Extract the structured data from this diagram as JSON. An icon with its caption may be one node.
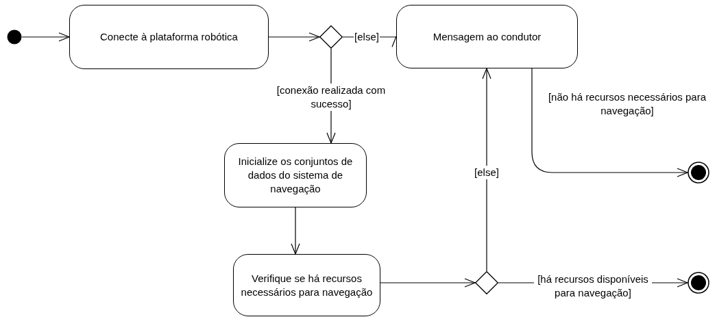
{
  "diagram": {
    "nodes": [
      {
        "text": [],
        "shape": "circle"
      },
      {
        "text": [
          "Conecte à plataforma robótica"
        ]
      },
      {
        "text": [],
        "shape": "diamond"
      },
      {
        "text": [
          "Mensagem ao condutor"
        ]
      },
      {
        "text": [
          "Inicialize os conjuntos de dados do sistema de navegação"
        ]
      },
      {
        "text": [
          "Verifique se há recursos necessários para navegação"
        ]
      },
      {
        "text": [],
        "shape": "diamond"
      },
      {
        "text": [],
        "shape": "bullseye"
      },
      {
        "text": [],
        "shape": "bullseye"
      }
    ],
    "edges": [
      {
        "from": 0,
        "to": 1,
        "arrow": "to"
      },
      {
        "from": 1,
        "to": 2,
        "arrow": "to"
      },
      {
        "from": 2,
        "to": 3,
        "arrow": "to",
        "label": "[else]"
      },
      {
        "from": 2,
        "to": 4,
        "arrow": "to",
        "label": "[conexão realizada com sucesso]"
      },
      {
        "from": 4,
        "to": 5,
        "arrow": "to"
      },
      {
        "from": 5,
        "to": 6,
        "arrow": "to"
      },
      {
        "from": 6,
        "to": 3,
        "arrow": "to",
        "label": "[else]"
      },
      {
        "from": 3,
        "to": 7,
        "arrow": "to",
        "label": "[não há recursos necessários para navegação]"
      },
      {
        "from": 6,
        "to": 8,
        "arrow": "to",
        "label": "[há recursos disponíveis para navegação]"
      }
    ]
  }
}
